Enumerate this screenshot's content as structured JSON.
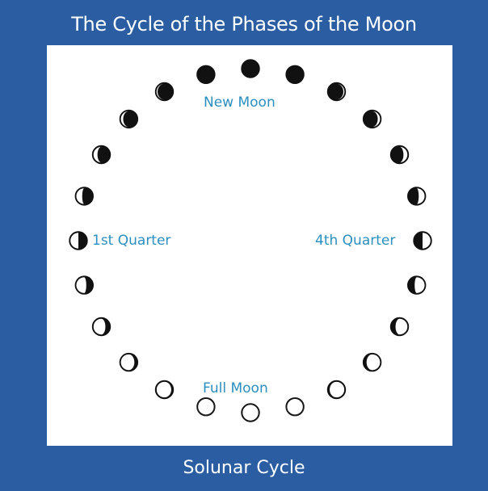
{
  "title": "The Cycle of the Phases of the Moon",
  "footer": "Solunar Cycle",
  "labels": {
    "new_moon": "New Moon",
    "first_quarter": "1st Quarter",
    "fourth_quarter": "4th Quarter",
    "full_moon": "Full Moon"
  },
  "colors": {
    "frame": "#2b5da2",
    "panel": "#ffffff",
    "label_text": "#2b8fc0",
    "moon_dark": "#111111",
    "moon_light": "#ffffff"
  },
  "phase_count": 24
}
